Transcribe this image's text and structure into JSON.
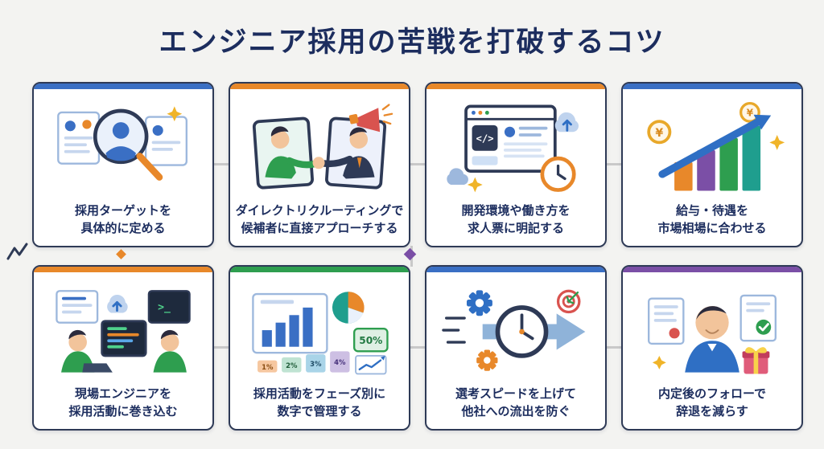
{
  "title": "エンジニア採用の苦戦を打破するコツ",
  "colors": {
    "background": "#f3f3f1",
    "title_text": "#1c2d5e",
    "card_border": "#2e3a56",
    "caption_text": "#1c2d5e",
    "connector": "#c9c9c9",
    "diamond_purple": "#7b4fa6",
    "diamond_orange": "#e8882a"
  },
  "glyphs": {
    "code_tag": "</>",
    "terminal_prompt": ">_",
    "yen": "¥"
  },
  "cards": [
    {
      "id": "define-target",
      "accent": "#3a6fc4",
      "caption1": "採用ターゲットを",
      "caption2": "具体的に定める"
    },
    {
      "id": "direct-recruiting",
      "accent": "#e8882a",
      "caption1": "ダイレクトリクルーティングで",
      "caption2": "候補者に直接アプローチする"
    },
    {
      "id": "job-posting-clarity",
      "accent": "#e8882a",
      "caption1": "開発環境や働き方を",
      "caption2": "求人票に明記する"
    },
    {
      "id": "market-salary",
      "accent": "#3a6fc4",
      "caption1": "給与・待遇を",
      "caption2": "市場相場に合わせる"
    },
    {
      "id": "involve-engineers",
      "accent": "#e8882a",
      "caption1": "現場エンジニアを",
      "caption2": "採用活動に巻き込む"
    },
    {
      "id": "phase-metrics",
      "accent": "#2e9e4f",
      "caption1": "採用活動をフェーズ別に",
      "caption2": "数字で管理する",
      "metrics": {
        "big": "50%",
        "tags": [
          "1%",
          "2%",
          "3%",
          "4%"
        ]
      }
    },
    {
      "id": "speed-up-selection",
      "accent": "#3a6fc4",
      "caption1": "選考スピードを上げて",
      "caption2": "他社への流出を防ぐ"
    },
    {
      "id": "post-offer-follow",
      "accent": "#7b4fa6",
      "caption1": "内定後のフォローで",
      "caption2": "辞退を減らす"
    }
  ]
}
